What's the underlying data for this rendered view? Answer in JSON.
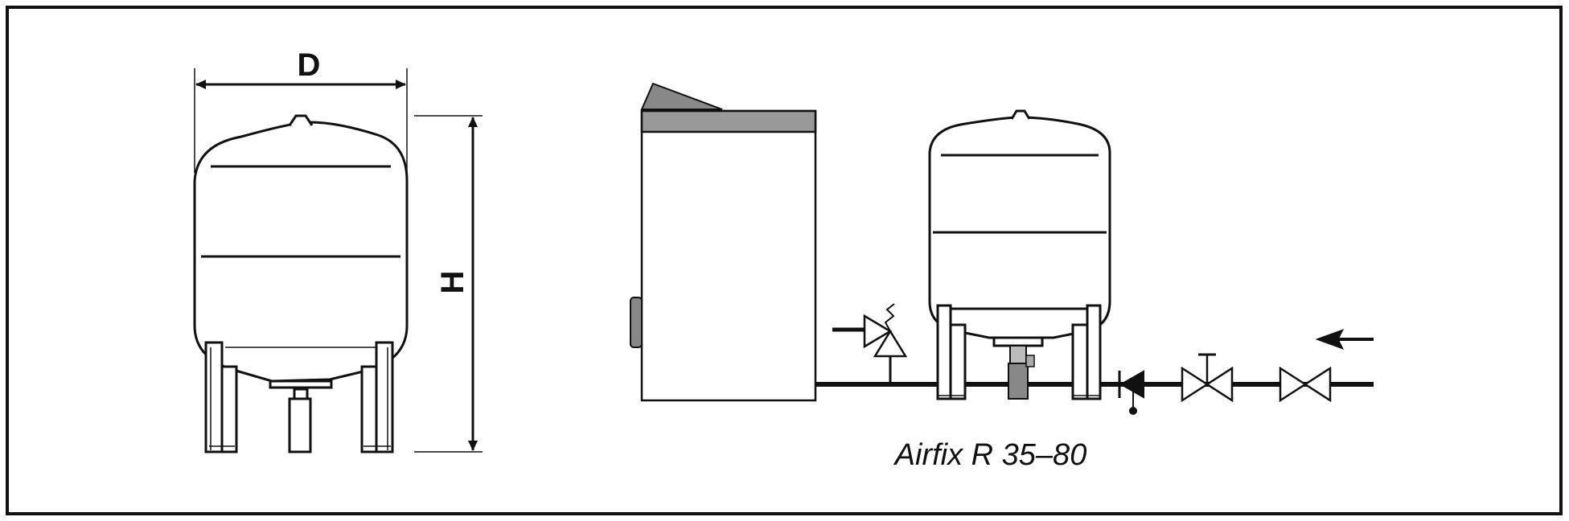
{
  "diagram": {
    "dimension_labels": {
      "diameter": "D",
      "height": "H"
    },
    "caption": "Airfix R 35–80",
    "colors": {
      "line": "#111111",
      "background": "#ffffff",
      "boiler_top": "#999999",
      "boiler_lid": "#888888"
    }
  }
}
